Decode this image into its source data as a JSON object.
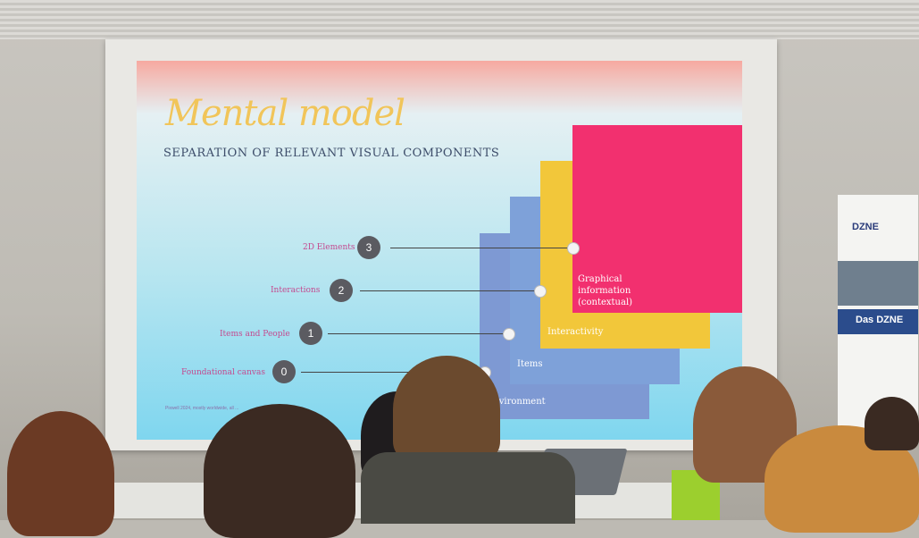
{
  "slide": {
    "title": "Mental model",
    "subtitle": "SEPARATION OF RELEVANT VISUAL COMPONENTS",
    "footer_note": "Pixwell 2024, mostly worldwide, all ...",
    "layers": [
      {
        "number": "3",
        "label": "2D Elements",
        "color": "#f2306f"
      },
      {
        "number": "2",
        "label": "Interactions",
        "color": "#f2c73a"
      },
      {
        "number": "1",
        "label": "Items and People",
        "color": "#7ea1d9"
      },
      {
        "number": "0",
        "label": "Foundational canvas",
        "color": "#7e99d3"
      }
    ],
    "layer_texts": {
      "graphical": "Graphical information (contextual)",
      "interactivity": "Interactivity",
      "items": "Items",
      "environment": "Environment"
    }
  },
  "banner": {
    "logo": "DZNE",
    "heading": "Das DZNE"
  }
}
